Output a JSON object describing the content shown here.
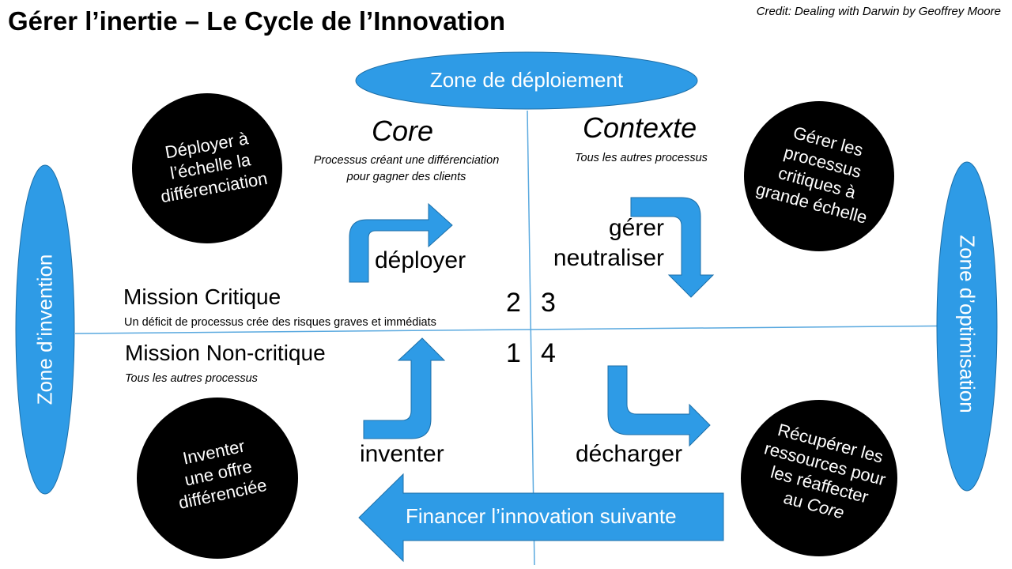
{
  "title": "Gérer l’inertie – Le Cycle de l’Innovation",
  "credit": "Credit: Dealing with Darwin by Geoffrey Moore",
  "colors": {
    "blue": "#2e9be6",
    "black": "#000000",
    "axis": "#5aa9df"
  },
  "zones": {
    "top": "Zone de déploiement",
    "left": "Zone d’invention",
    "right": "Zone d’optimisation"
  },
  "core": {
    "heading": "Core",
    "desc_line1": "Processus créant une différenciation",
    "desc_line2": "pour gagner des clients"
  },
  "contexte": {
    "heading": "Contexte",
    "desc": "Tous les autres processus"
  },
  "mission_critique": {
    "heading": "Mission Critique",
    "desc": "Un déficit de processus crée des risques graves et immédiats"
  },
  "mission_non_critique": {
    "heading": "Mission Non-critique",
    "desc": "Tous les autres processus"
  },
  "quadrant_numbers": {
    "q1": "1",
    "q2": "2",
    "q3": "3",
    "q4": "4"
  },
  "actions": {
    "deployer": "déployer",
    "gerer": "gérer",
    "neutraliser": "neutraliser",
    "inventer": "inventer",
    "decharger": "décharger",
    "financer": "Financer l’innovation suivante"
  },
  "circles": {
    "top_left": [
      "Déployer à",
      "l’échelle la",
      "différenciation"
    ],
    "top_right": [
      "Gérer les",
      "processus",
      "critiques à",
      "grande échelle"
    ],
    "bottom_left": [
      "Inventer",
      "une offre",
      "différenciée"
    ],
    "bottom_right": [
      "Récupérer les",
      "ressources pour",
      "les réaffecter",
      "au"
    ],
    "bottom_right_italic": "Core"
  }
}
